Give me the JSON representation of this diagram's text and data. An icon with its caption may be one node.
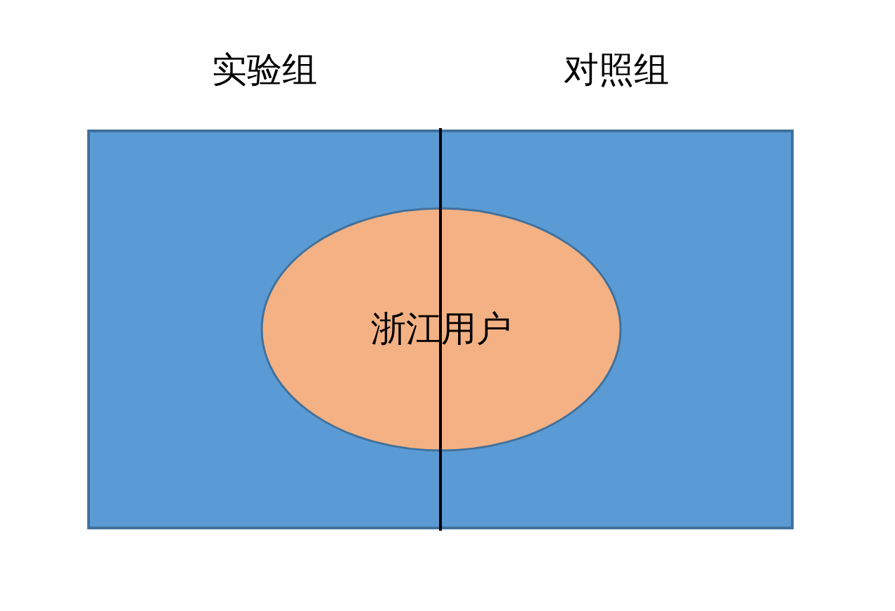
{
  "diagram": {
    "nodes": [
      {
        "text": [
          "实验组"
        ]
      },
      {
        "text": [
          "对照组"
        ]
      },
      {
        "text": [
          "浙江用户"
        ]
      }
    ]
  }
}
